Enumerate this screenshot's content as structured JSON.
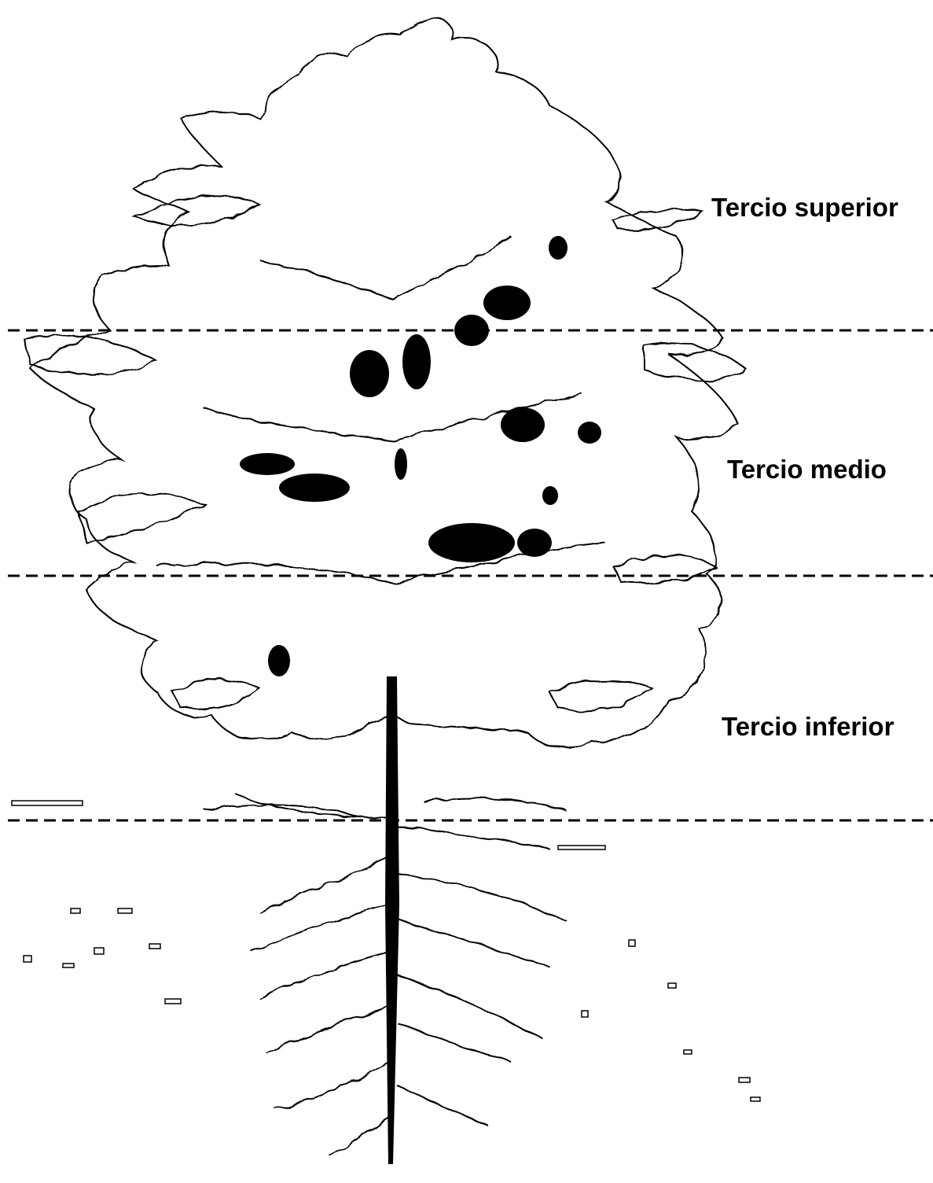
{
  "labels": {
    "upper": "Tercio superior",
    "middle": "Tercio medio",
    "lower": "Tercio inferior"
  },
  "colors": {
    "ink": "#000000",
    "background": "#ffffff"
  },
  "figure": "plant-illustration"
}
